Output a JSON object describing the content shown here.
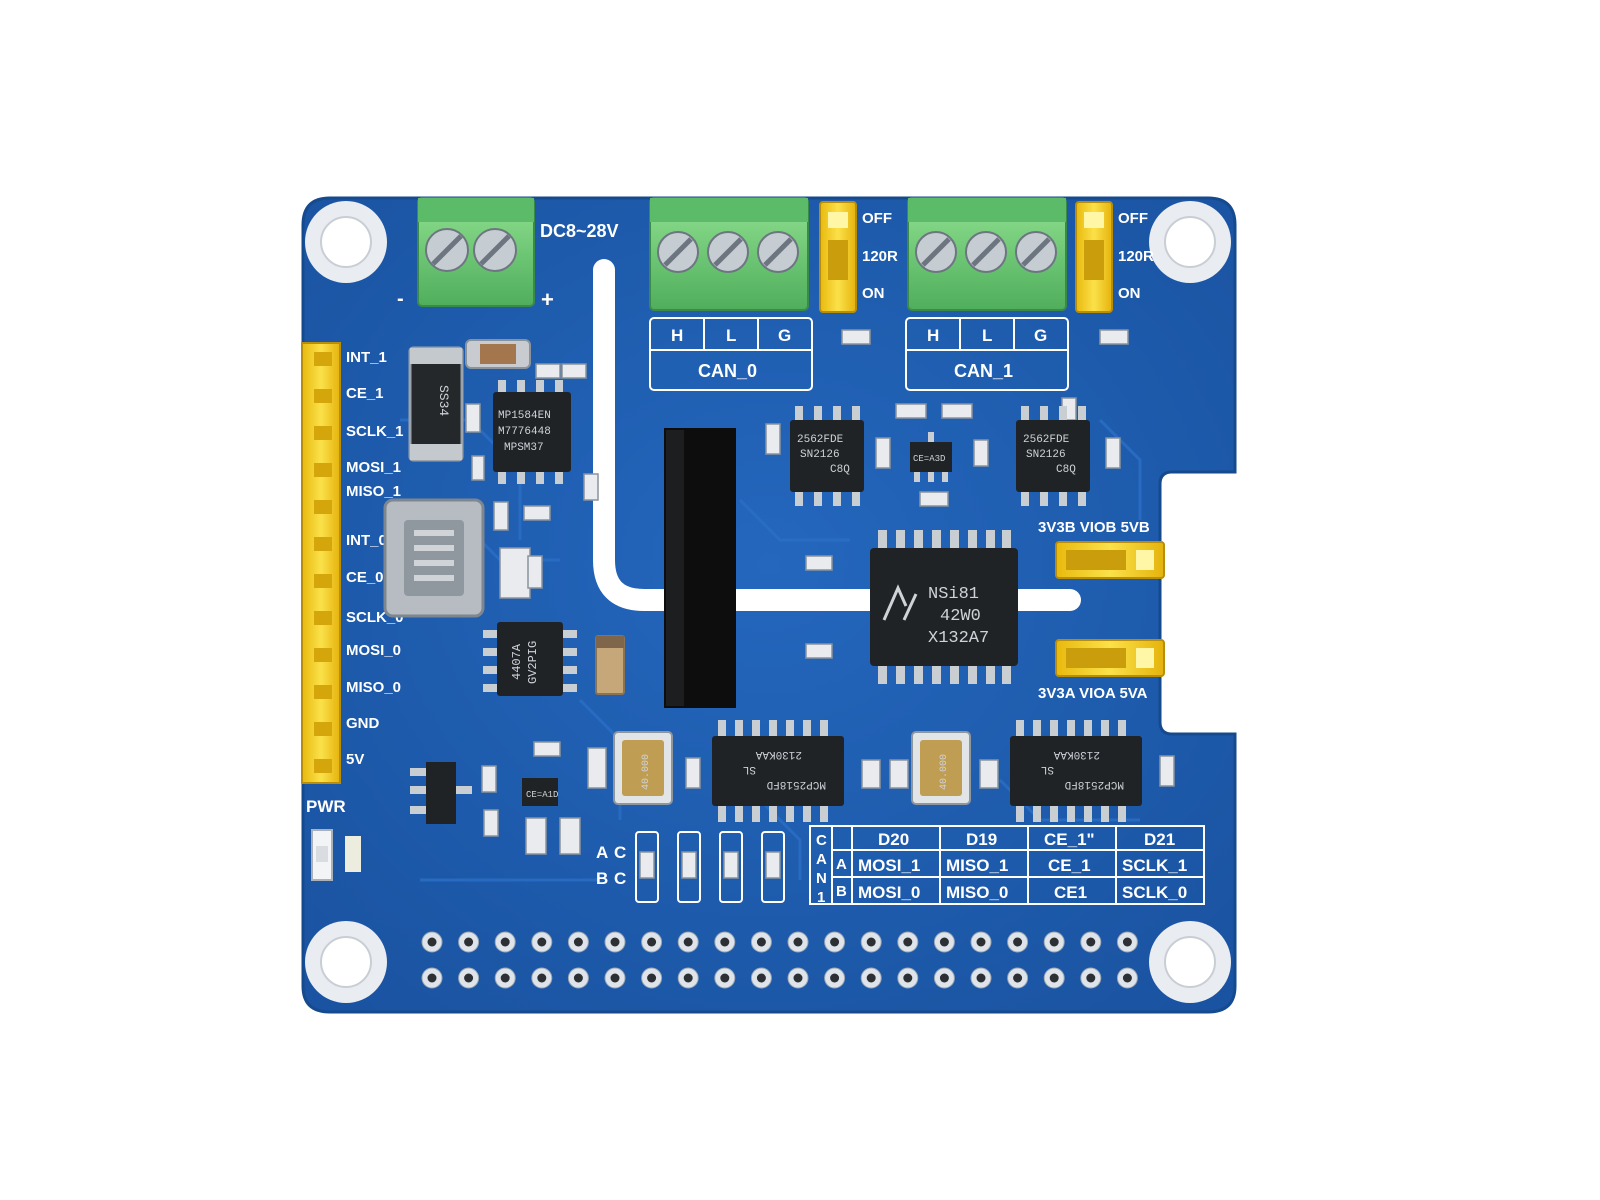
{
  "power_terminal": {
    "label": "DC8~28V",
    "minus": "-",
    "plus": "+"
  },
  "can0": {
    "pins": [
      "H",
      "L",
      "G"
    ],
    "label": "CAN_0",
    "jumper": {
      "off": "OFF",
      "res": "120R",
      "on": "ON"
    }
  },
  "can1": {
    "pins": [
      "H",
      "L",
      "G"
    ],
    "label": "CAN_1",
    "jumper": {
      "off": "OFF",
      "res": "120R",
      "on": "ON"
    }
  },
  "pin_header": {
    "labels": [
      "INT_1",
      "CE_1",
      "SCLK_1",
      "MOSI_1",
      "MISO_1",
      "INT_0",
      "CE_0",
      "SCLK_0",
      "MOSI_0",
      "MISO_0",
      "GND",
      "5V"
    ]
  },
  "pwr_led": {
    "label": "PWR"
  },
  "chips": {
    "diode": "SS34",
    "regulator": [
      "MP1584EN",
      "M7776448",
      "MPSM37"
    ],
    "transceiver_a": [
      "2562FDE",
      "SN2126",
      "C8Q"
    ],
    "transceiver_b": [
      "2562FDE",
      "SN2126",
      "C8Q"
    ],
    "small": "CE=A3D",
    "isolator": [
      "NSi81",
      "42W0",
      "X132A7"
    ],
    "mosfet": [
      "4407A",
      "GV2PIG"
    ],
    "controller_a": [
      "MCP2518FD",
      "2130KAA",
      "SL"
    ],
    "controller_b": [
      "MCP2518FD",
      "2130KAA",
      "SL"
    ],
    "crystal": "40.000",
    "misc": "CE=A1D"
  },
  "vio_jumpers": {
    "b": {
      "left": "3V3B",
      "mid": "VIOB",
      "right": "5VB"
    },
    "a": {
      "left": "3V3A",
      "mid": "VIOA",
      "right": "5VA"
    }
  },
  "select_marks": {
    "a": "A",
    "b": "B",
    "c1": "C",
    "c2": "C"
  },
  "select_table": {
    "side": [
      "C",
      "A",
      "N",
      "1"
    ],
    "rows": [
      {
        "tag": "",
        "cells": [
          "D20",
          "D19",
          "CE_1\"",
          "D21"
        ]
      },
      {
        "tag": "A",
        "cells": [
          "MOSI_1",
          "MISO_1",
          "CE_1",
          "SCLK_1"
        ]
      },
      {
        "tag": "B",
        "cells": [
          "MOSI_0",
          "MISO_0",
          "CE1",
          "SCLK_0"
        ]
      }
    ]
  },
  "colors": {
    "pcb": "#1f5db0",
    "pcb_dark": "#164a8e",
    "terminal": "#6fcf7a",
    "header": "#f5d21b",
    "jumper": "#f7c81a",
    "chip": "#202326",
    "silk": "#ffffff"
  }
}
